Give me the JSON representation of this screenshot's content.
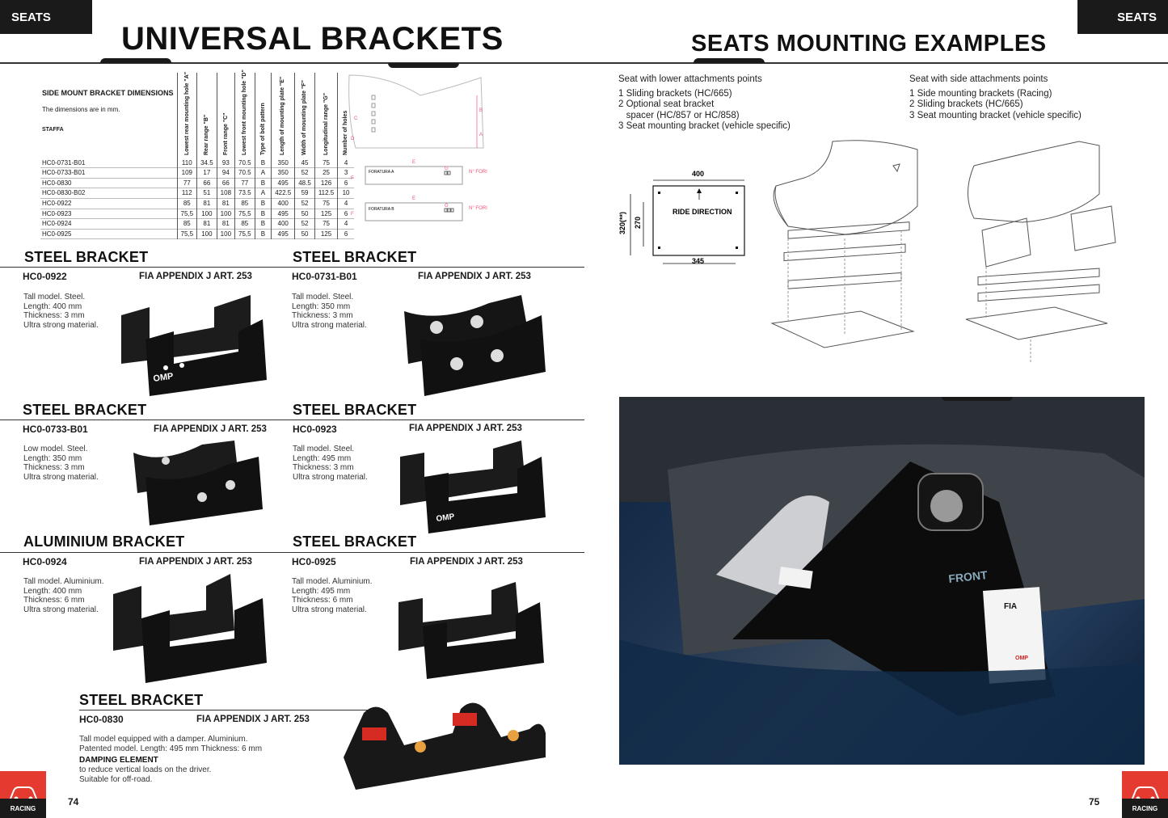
{
  "header": {
    "left_tab": "SEATS",
    "right_tab": "SEATS",
    "left_title": "UNIVERSAL BRACKETS",
    "right_title": "SEATS MOUNTING EXAMPLES"
  },
  "spec_table": {
    "title": "SIDE MOUNT BRACKET DIMENSIONS",
    "note": "The dimensions are in mm.",
    "staffa": "STAFFA",
    "columns": [
      "Lowest rear mounting hole \"A\"",
      "Rear range \"B\"",
      "Front range \"C\"",
      "Lowest front mounting hole \"D\"",
      "Type of bolt pattern",
      "Length of mounting plate \"E\"",
      "Width of mounting plate \"F\"",
      "Longitudinal range \"G\"",
      "Number of holes"
    ],
    "rows": [
      [
        "HC0-0731-B01",
        "110",
        "34.5",
        "93",
        "70.5",
        "B",
        "350",
        "45",
        "75",
        "4"
      ],
      [
        "HC0-0733-B01",
        "109",
        "17",
        "94",
        "70.5",
        "A",
        "350",
        "52",
        "25",
        "3"
      ],
      [
        "HC0-0830",
        "77",
        "66",
        "66",
        "77",
        "B",
        "495",
        "48.5",
        "126",
        "6"
      ],
      [
        "HC0-0830-B02",
        "112",
        "51",
        "108",
        "73.5",
        "A",
        "422.5",
        "59",
        "112.5",
        "10"
      ],
      [
        "HC0-0922",
        "85",
        "81",
        "81",
        "85",
        "B",
        "400",
        "52",
        "75",
        "4"
      ],
      [
        "HC0-0923",
        "75,5",
        "100",
        "100",
        "75,5",
        "B",
        "495",
        "50",
        "125",
        "6"
      ],
      [
        "HC0-0924",
        "85",
        "81",
        "81",
        "85",
        "B",
        "400",
        "52",
        "75",
        "4"
      ],
      [
        "HC0-0925",
        "75,5",
        "100",
        "100",
        "75,5",
        "B",
        "495",
        "50",
        "125",
        "6"
      ]
    ]
  },
  "drawing_labels": {
    "foratura_a": "FORATURA A",
    "foratura_b": "FORATURA B",
    "n_fori": "N° FORI",
    "e": "E",
    "g": "G",
    "f": "F",
    "a": "A",
    "b": "B",
    "c": "C",
    "d": "D"
  },
  "products": [
    {
      "title": "STEEL BRACKET",
      "code": "HC0-0922",
      "fia": "FIA APPENDIX J ART. 253",
      "desc": "Tall model. Steel.\nLength: 400 mm\nThickness: 3 mm\nUltra strong material."
    },
    {
      "title": "STEEL BRACKET",
      "code": "HC0-0731-B01",
      "fia": "FIA APPENDIX J ART. 253",
      "desc": "Tall model. Steel.\nLength: 350 mm\nThickness: 3 mm\nUltra strong material."
    },
    {
      "title": "STEEL BRACKET",
      "code": "HC0-0733-B01",
      "fia": "FIA APPENDIX J ART. 253",
      "desc": "Low model. Steel.\nLength: 350 mm\nThickness: 3 mm\nUltra strong material."
    },
    {
      "title": "STEEL BRACKET",
      "code": "HC0-0923",
      "fia": "FIA APPENDIX J ART. 253",
      "desc": "Tall model. Steel.\nLength: 495 mm\nThickness: 3 mm\nUltra strong material."
    },
    {
      "title": "ALUMINIUM BRACKET",
      "code": "HC0-0924",
      "fia": "FIA APPENDIX J ART. 253",
      "desc": "Tall model. Aluminium.\nLength: 400 mm\nThickness: 6 mm\nUltra strong material."
    },
    {
      "title": "STEEL BRACKET",
      "code": "HC0-0925",
      "fia": "FIA APPENDIX J ART. 253",
      "desc": "Tall model. Aluminium.\nLength: 495 mm\nThickness: 6 mm\nUltra strong material."
    },
    {
      "title": "STEEL BRACKET",
      "code": "HC0-0830",
      "fia": "FIA APPENDIX J ART. 253",
      "desc": "Tall model equipped with a damper. Aluminium.\nPatented model. Length: 495 mm Thickness: 6 mm",
      "extra_title": "DAMPING ELEMENT",
      "extra_desc": "to reduce vertical loads on the driver.\nSuitable for off-road."
    }
  ],
  "examples": {
    "lower": {
      "header": "Seat with lower attachments points",
      "items": [
        "1 Sliding brackets (HC/665)",
        "2 Optional seat bracket",
        "   spacer (HC/857 or HC/858)",
        "3 Seat mounting bracket (vehicle specific)"
      ]
    },
    "side": {
      "header": "Seat with side attachments points",
      "items": [
        "1 Side mounting brackets (Racing)",
        "2 Sliding brackets (HC/665)",
        "3 Seat mounting bracket (vehicle specific)"
      ]
    }
  },
  "plate_diagram": {
    "width_top": "400",
    "width_bottom": "345",
    "height_outer": "320(**)",
    "height_inner": "270",
    "label": "RIDE DIRECTION"
  },
  "photo_labels": {
    "front": "FRONT",
    "fia": "FIA",
    "omp": "OMP"
  },
  "footer": {
    "left_page": "74",
    "right_page": "75",
    "left_badge": "RACING",
    "right_badge": "RACING"
  },
  "colors": {
    "accent": "#e53a2f",
    "dark": "#1a1a1a"
  }
}
